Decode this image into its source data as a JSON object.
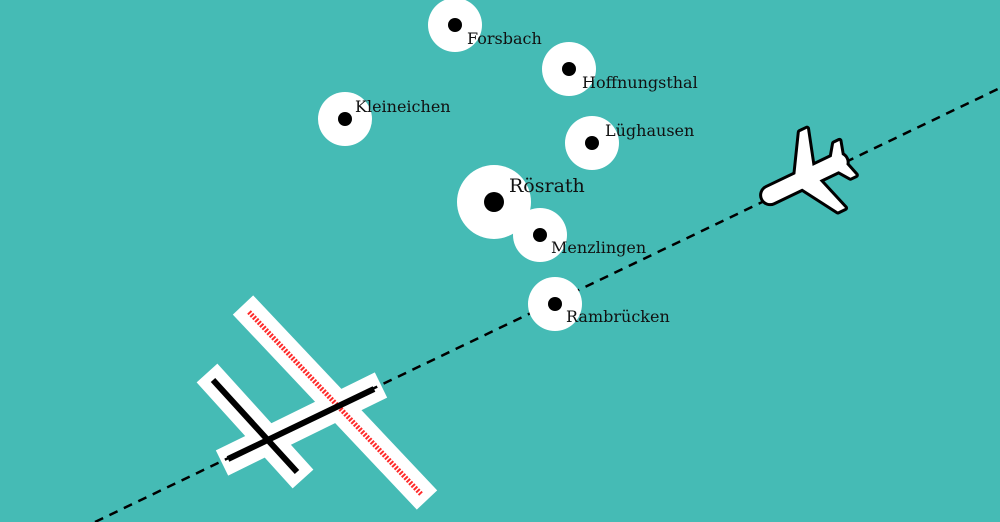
{
  "colors": {
    "background": "#45bbb5",
    "runway_band": "#ffffff",
    "runway_closed": "#ff2a2a",
    "runway": "#000000"
  },
  "towns": [
    {
      "name": "Forsbach"
    },
    {
      "name": "Hoffnungsthal"
    },
    {
      "name": "Kleineichen"
    },
    {
      "name": "Lüghausen"
    },
    {
      "name": "Rösrath"
    },
    {
      "name": "Menzlingen"
    },
    {
      "name": "Rambrücken"
    }
  ],
  "icons": {
    "aircraft": "airplane-icon"
  }
}
